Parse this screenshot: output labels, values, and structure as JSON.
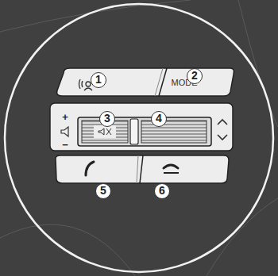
{
  "diagram": {
    "nodes": [
      {
        "text": [
          "MODE"
        ]
      }
    ],
    "labels": [
      "1",
      "2",
      "3",
      "4",
      "5",
      "6",
      "+",
      "−"
    ]
  }
}
